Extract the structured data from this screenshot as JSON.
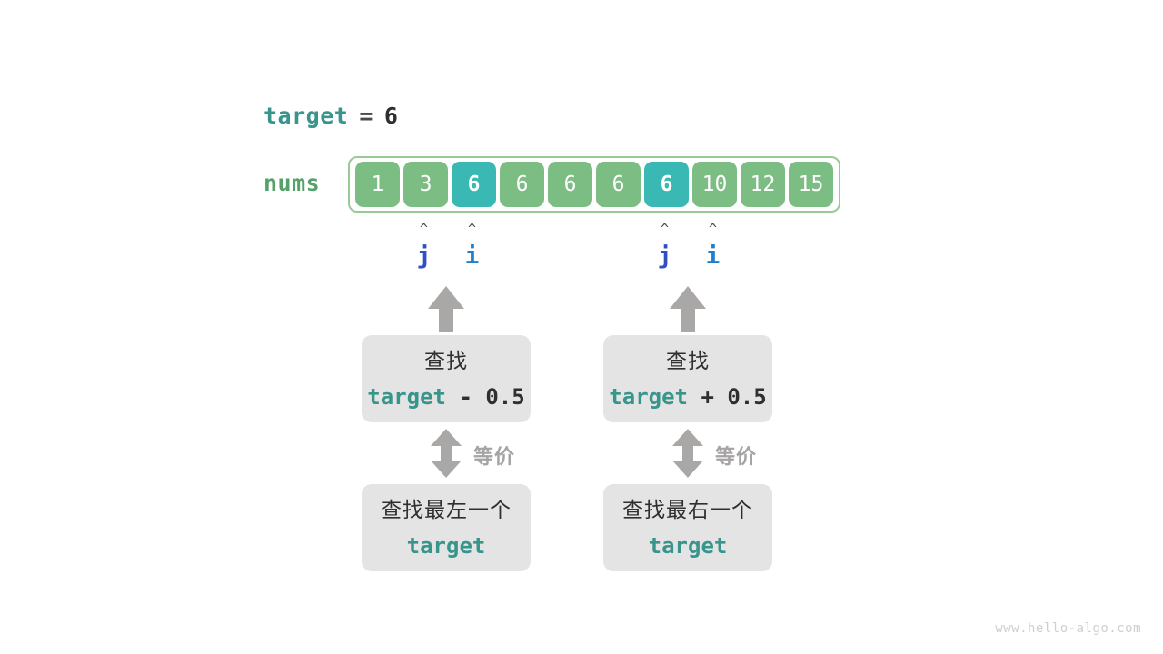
{
  "target_line": {
    "keyword": "target",
    "operator": "=",
    "value": "6"
  },
  "array": {
    "label": "nums",
    "cells": [
      {
        "value": "1",
        "highlight": false
      },
      {
        "value": "3",
        "highlight": false
      },
      {
        "value": "6",
        "highlight": true
      },
      {
        "value": "6",
        "highlight": false
      },
      {
        "value": "6",
        "highlight": false
      },
      {
        "value": "6",
        "highlight": false
      },
      {
        "value": "6",
        "highlight": true
      },
      {
        "value": "10",
        "highlight": false
      },
      {
        "value": "12",
        "highlight": false
      },
      {
        "value": "15",
        "highlight": false
      }
    ],
    "cell_color": "#7cbd83",
    "highlight_color": "#3ab8b4",
    "border_color": "#96cb93"
  },
  "pointers": [
    {
      "id": "left-j",
      "caret": "^",
      "name": "j",
      "color": "#2f4fc4",
      "cell_index": 1
    },
    {
      "id": "left-i",
      "caret": "^",
      "name": "i",
      "color": "#1f7fce",
      "cell_index": 2
    },
    {
      "id": "right-j",
      "caret": "^",
      "name": "j",
      "color": "#2f4fc4",
      "cell_index": 6
    },
    {
      "id": "right-i",
      "caret": "^",
      "name": "i",
      "color": "#1f7fce",
      "cell_index": 7
    }
  ],
  "columns": [
    {
      "id": "left",
      "top_box": {
        "line1": "查找",
        "expr_keyword": "target",
        "expr_operator": " - 0.5"
      },
      "equivalence_label": "等价",
      "bottom_box": {
        "line1": "查找最左一个",
        "expr_keyword": "target"
      }
    },
    {
      "id": "right",
      "top_box": {
        "line1": "查找",
        "expr_keyword": "target",
        "expr_operator": " + 0.5"
      },
      "equivalence_label": "等价",
      "bottom_box": {
        "line1": "查找最右一个",
        "expr_keyword": "target"
      }
    }
  ],
  "watermark": "www.hello-algo.com",
  "colors": {
    "keyword_teal": "#38958c",
    "array_green": "#7cbd83",
    "array_teal": "#3ab8b4",
    "arrow_gray": "#aaa7a7",
    "box_gray": "#e4e4e4"
  }
}
